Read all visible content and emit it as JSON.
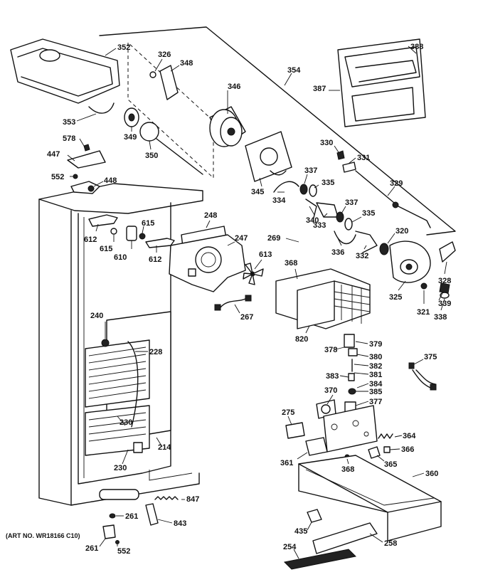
{
  "art_number": "(ART NO. WR18166 C10)",
  "labels": {
    "p352": "352",
    "p326": "326",
    "p348": "348",
    "p346": "346",
    "p354": "354",
    "p388": "388",
    "p387": "387",
    "p353": "353",
    "p349": "349",
    "p350": "350",
    "p578": "578",
    "p447": "447",
    "p552a": "552",
    "p448": "448",
    "p330": "330",
    "p331": "331",
    "p345": "345",
    "p337a": "337",
    "p335a": "335",
    "p334": "334",
    "p329": "329",
    "p337b": "337",
    "p340": "340",
    "p333": "333",
    "p335b": "335",
    "p612a": "612",
    "p615a": "615",
    "p615b": "615",
    "p248": "248",
    "p247": "247",
    "p610": "610",
    "p612b": "612",
    "p269": "269",
    "p613": "613",
    "p320": "320",
    "p336": "336",
    "p332": "332",
    "p328": "328",
    "p368a": "368",
    "p325": "325",
    "p321": "321",
    "p339": "339",
    "p338": "338",
    "p267": "267",
    "p820": "820",
    "p240": "240",
    "p228": "228",
    "p379": "379",
    "p378": "378",
    "p380": "380",
    "p382": "382",
    "p381": "381",
    "p383": "383",
    "p384": "384",
    "p385": "385",
    "p375": "375",
    "p370": "370",
    "p377": "377",
    "p275": "275",
    "p230a": "230",
    "p364": "364",
    "p214": "214",
    "p366": "366",
    "p361": "361",
    "p368b": "368",
    "p365": "365",
    "p230b": "230",
    "p360": "360",
    "p847": "847",
    "p261a": "261",
    "p843": "843",
    "p435": "435",
    "p261b": "261",
    "p552b": "552",
    "p254": "254",
    "p258": "258"
  }
}
